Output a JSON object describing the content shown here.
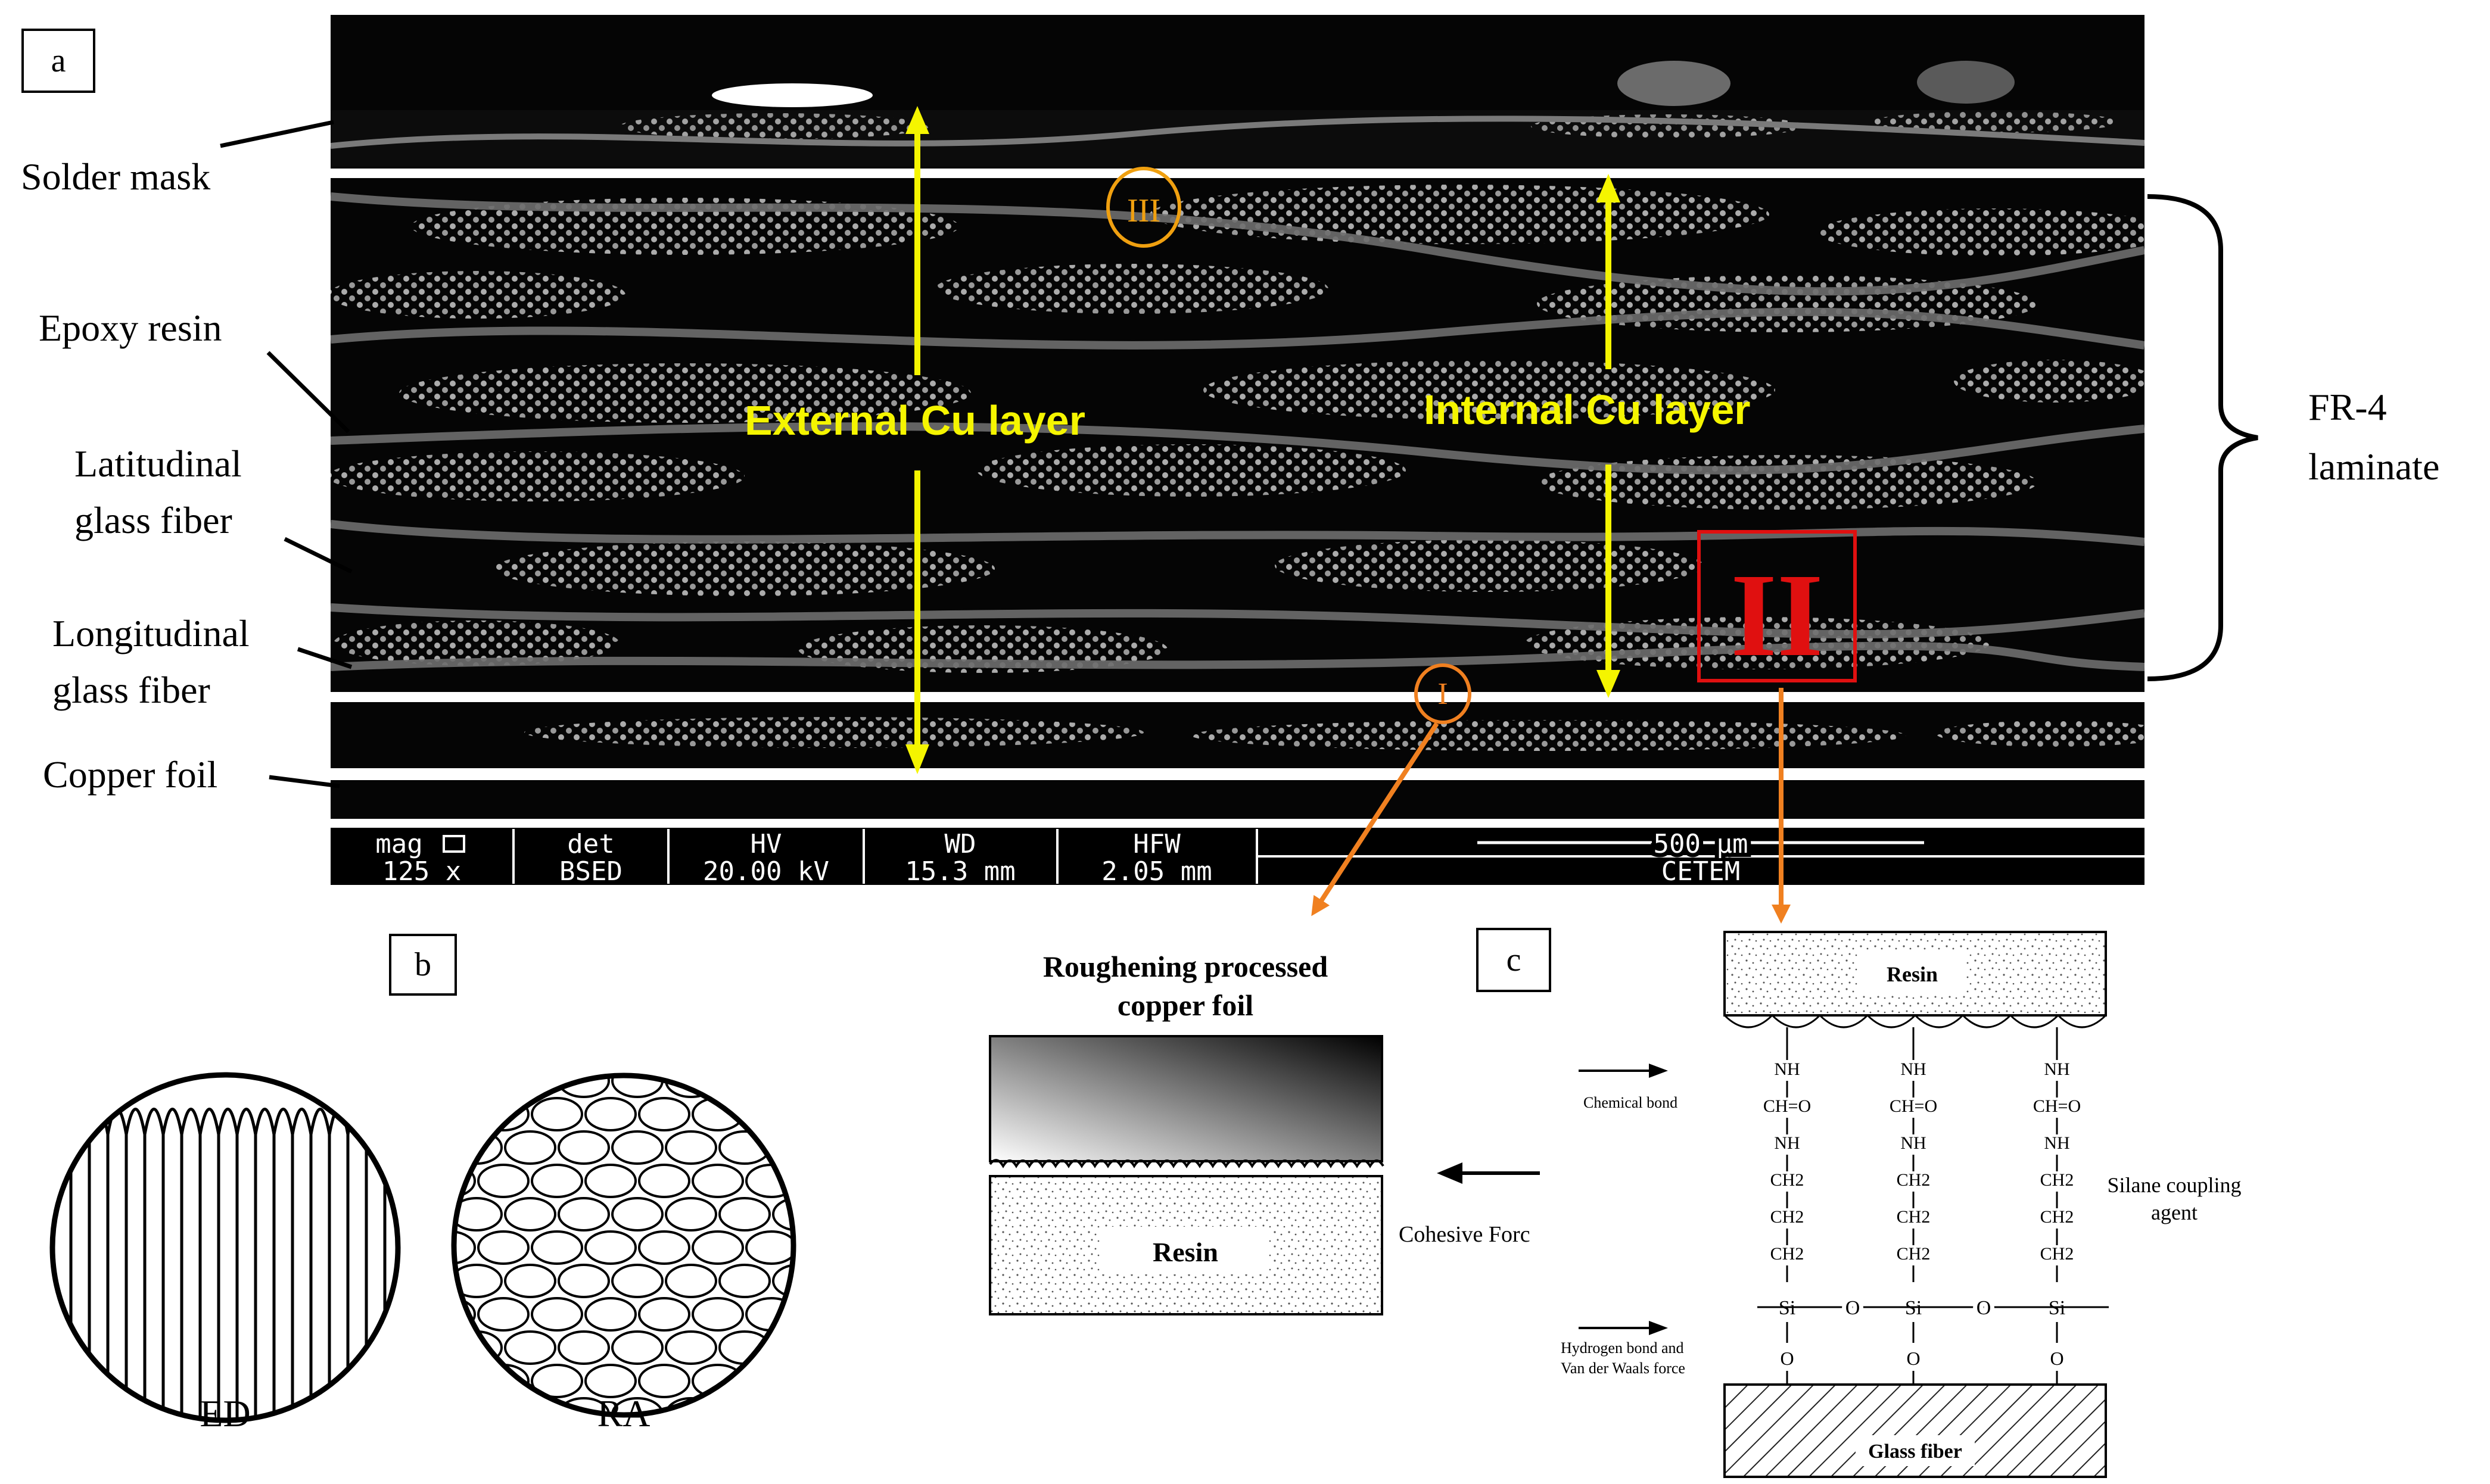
{
  "panel_a": {
    "label": "a",
    "left_labels": {
      "solder_mask": "Solder mask",
      "epoxy_resin": "Epoxy resin",
      "latitudinal_1": "Latitudinal",
      "latitudinal_2": "glass fiber",
      "longitudinal_1": "Longitudinal",
      "longitudinal_2": "glass fiber",
      "copper_foil": "Copper foil"
    },
    "right_labels": {
      "fr4_1": "FR-4",
      "fr4_2": "laminate"
    },
    "yellow_labels": {
      "external": "External Cu layer",
      "internal": "Internal Cu layer"
    },
    "markers": {
      "roi_1": "I",
      "roi_2": "II",
      "roi_3": "III"
    },
    "sem_bar": {
      "headers": [
        "mag",
        "det",
        "HV",
        "WD",
        "HFW"
      ],
      "values": [
        "125 x",
        "BSED",
        "20.00 kV",
        "15.3 mm",
        "2.05 mm"
      ],
      "scale": "500 µm",
      "lab": "CETEM"
    },
    "colors": {
      "yellow": "#f5f500",
      "orange": "#f08020",
      "red": "#e01010"
    }
  },
  "panel_b": {
    "label": "b",
    "items": [
      {
        "caption": "ED"
      },
      {
        "caption": "RA"
      }
    ]
  },
  "panel_copper": {
    "title_1": "Roughening processed",
    "title_2": "copper foil",
    "resin": "Resin",
    "force": "Cohesive Forc"
  },
  "panel_c": {
    "label": "c",
    "resin": "Resin",
    "glass": "Glass fiber",
    "chemical_bond": "Chemical bond",
    "hbond_1": "Hydrogen bond and",
    "hbond_2": "Van der Waals force",
    "silane_1": "Silane coupling",
    "silane_2": "agent",
    "chain": [
      "NH",
      "CH=O",
      "NH",
      "CH2",
      "CH2",
      "CH2"
    ],
    "si": "Si",
    "o": "O"
  }
}
